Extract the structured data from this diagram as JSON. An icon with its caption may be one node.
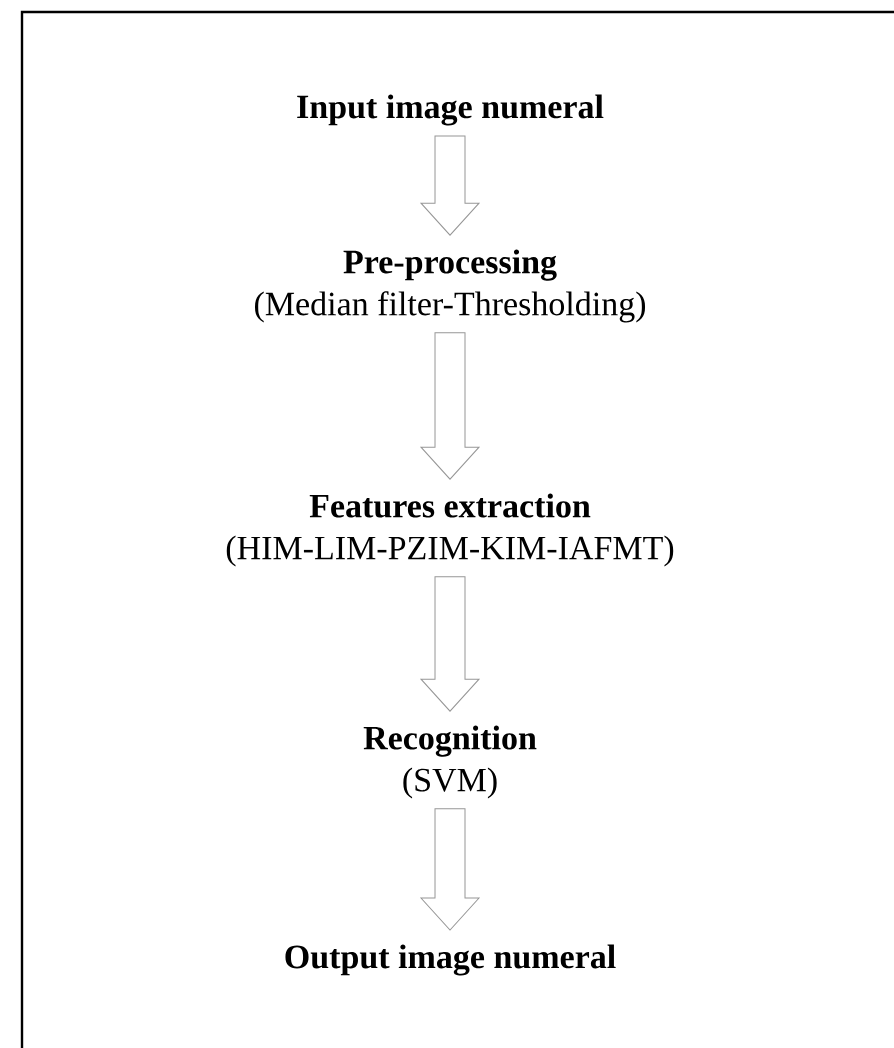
{
  "diagram": {
    "nodes": [
      {
        "text": [
          "Input image numeral"
        ]
      },
      {
        "text": [
          "Pre-processing",
          "(Median filter-Thresholding)"
        ]
      },
      {
        "text": [
          "Features extraction",
          "(HIM-LIM-PZIM-KIM-IAFMT)"
        ]
      },
      {
        "text": [
          "Recognition",
          "(SVM)"
        ]
      },
      {
        "text": [
          "Output image numeral"
        ]
      }
    ],
    "edges": [
      {
        "from": 0,
        "to": 1,
        "arrow": "to"
      },
      {
        "from": 1,
        "to": 2,
        "arrow": "to"
      },
      {
        "from": 2,
        "to": 3,
        "arrow": "to"
      },
      {
        "from": 3,
        "to": 4,
        "arrow": "to"
      }
    ]
  }
}
